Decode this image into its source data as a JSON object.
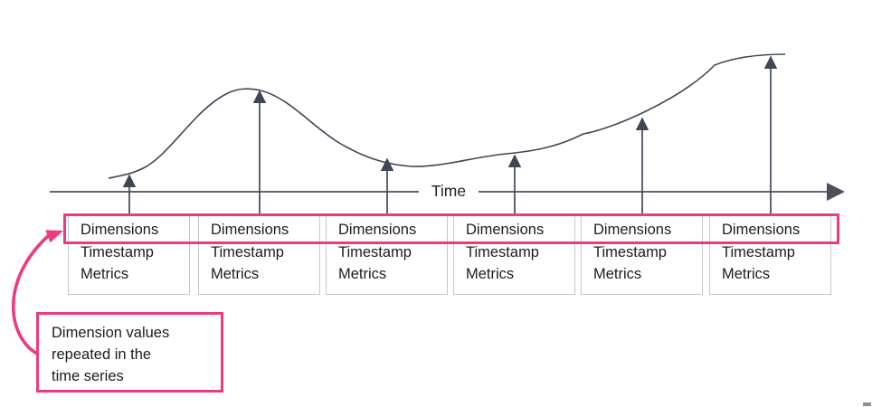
{
  "axis_label": "Time",
  "records": [
    {
      "dimensions": "Dimensions",
      "timestamp": "Timestamp",
      "metrics": "Metrics"
    },
    {
      "dimensions": "Dimensions",
      "timestamp": "Timestamp",
      "metrics": "Metrics"
    },
    {
      "dimensions": "Dimensions",
      "timestamp": "Timestamp",
      "metrics": "Metrics"
    },
    {
      "dimensions": "Dimensions",
      "timestamp": "Timestamp",
      "metrics": "Metrics"
    },
    {
      "dimensions": "Dimensions",
      "timestamp": "Timestamp",
      "metrics": "Metrics"
    },
    {
      "dimensions": "Dimensions",
      "timestamp": "Timestamp",
      "metrics": "Metrics"
    }
  ],
  "callout": {
    "lines": [
      "Dimension values",
      "repeated in the",
      "time series"
    ]
  },
  "colors": {
    "accent_pink": "#ee3981",
    "curve_line": "#3f4654",
    "axis_line": "#60656e",
    "box_border": "#c3c7cd",
    "text": "#1c1c1c"
  }
}
